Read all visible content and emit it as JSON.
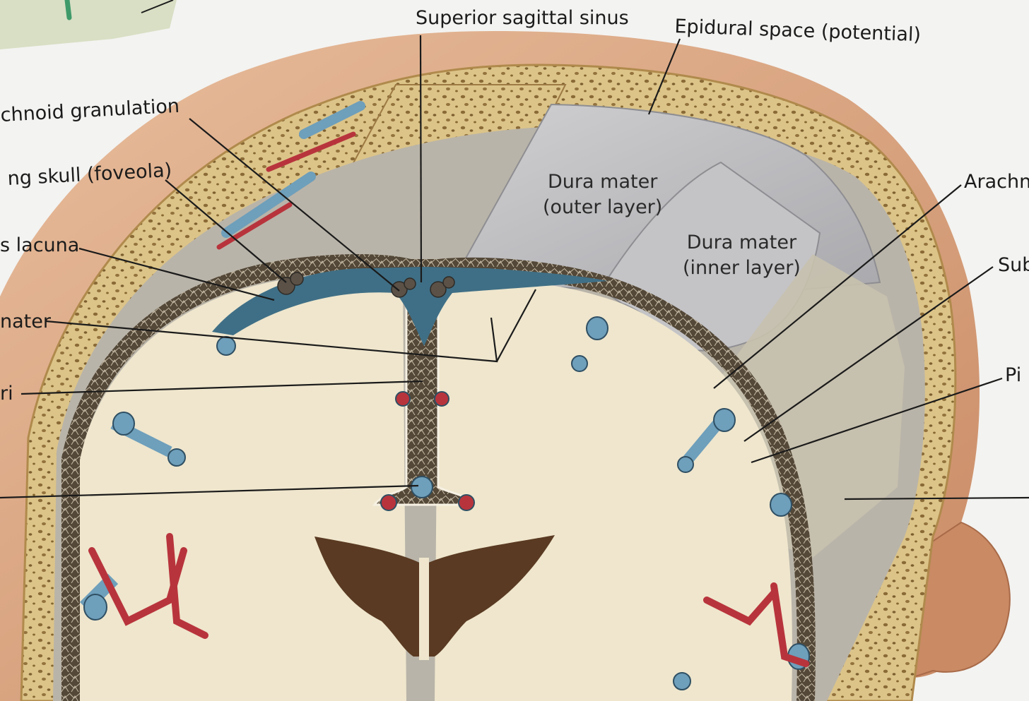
{
  "labels": {
    "superior_sagittal_sinus": "Superior sagittal sinus",
    "epidural_space": "Epidural space (potential)",
    "arachnoid_granulation": "chnoid granulation",
    "skull_foveola": "ng skull (foveola)",
    "lacuna": "s lacuna",
    "mater": "nater",
    "falx": "ri",
    "arachnoid_right": "Arachn",
    "subarachnoid_right": "Sub",
    "pia_right": "Pi",
    "dura_outer_line1": "Dura mater",
    "dura_outer_line2": "(outer layer)",
    "dura_inner_line1": "Dura mater",
    "dura_inner_line2": "(inner layer)"
  },
  "colors": {
    "page": "#f3f3f1",
    "scalp": "#dca583",
    "bone": "#dcc489",
    "bone_pore": "#8a6a36",
    "dura": "#bcbcbe",
    "brain": "#efe6cd",
    "vein": "#6e9fbb",
    "artery": "#b8343c",
    "arachnoid": "#4f4538",
    "leader": "#1b1b1b"
  }
}
